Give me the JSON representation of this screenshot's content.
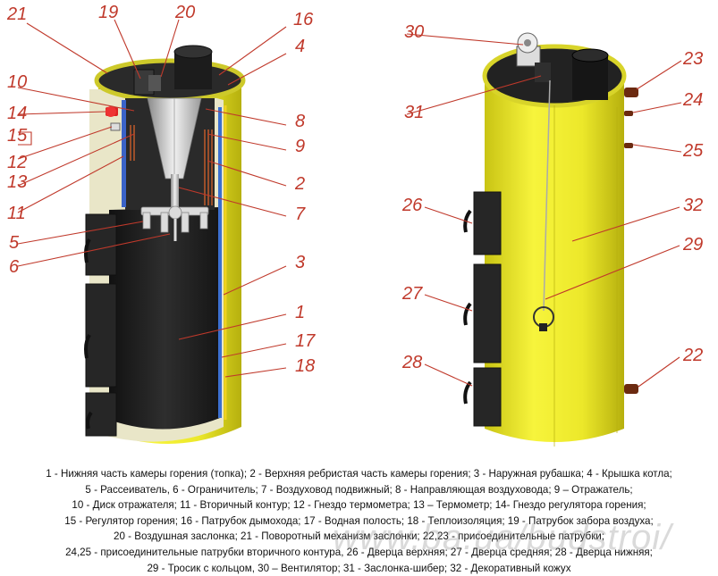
{
  "labels": {
    "n1": "1",
    "n2": "2",
    "n3": "3",
    "n4": "4",
    "n5": "5",
    "n6": "6",
    "n7": "7",
    "n8": "8",
    "n9": "9",
    "n10": "10",
    "n11": "11",
    "n12": "12",
    "n13": "13",
    "n14": "14",
    "n15": "15",
    "n16": "16",
    "n17": "17",
    "n18": "18",
    "n19": "19",
    "n20": "20",
    "n21": "21",
    "n22": "22",
    "n23": "23",
    "n24": "24",
    "n25": "25",
    "n26": "26",
    "n27": "27",
    "n28": "28",
    "n29": "29",
    "n30": "30",
    "n31": "31",
    "n32": "32"
  },
  "caption": [
    "1 - Нижняя часть камеры горения (топка); 2 - Верхняя ребристая часть камеры горения; 3 - Наружная рубашка; 4 - Крышка котла;",
    "5 - Рассеиватель, 6 - Ограничитель; 7 - Воздуховод подвижный; 8 - Направляющая воздуховода; 9 – Отражатель;",
    "10 - Диск отражателя; 11 - Вторичный контур; 12 - Гнездо термометра; 13 – Термометр; 14- Гнездо регулятора горения;",
    "15 - Регулятор горения; 16 - Патрубок дымохода; 17 - Водная полость; 18 - Теплоизоляция; 19 - Патрубок забора воздуха;",
    "20 - Воздушная заслонка; 21 - Поворотный механизм заслонки; 22,23 - присоединительные патрубки;",
    "24,25 - присоединительные патрубки вторичного контура, 26 - Дверца верхняя; 27 - Дверца средняя; 28 - Дверца нижняя;",
    "29 - Тросик с кольцом, 30 – Вентилятор; 31 - Заслонка-шибер; 32 - Декоративный кожух"
  ],
  "watermark": "www.ba.ua/budstroi/",
  "colors": {
    "jacket": "#f2ee2a",
    "jacket_dark": "#c9c414",
    "chamber": "#1f1f1f",
    "accent": "#c0392b"
  }
}
